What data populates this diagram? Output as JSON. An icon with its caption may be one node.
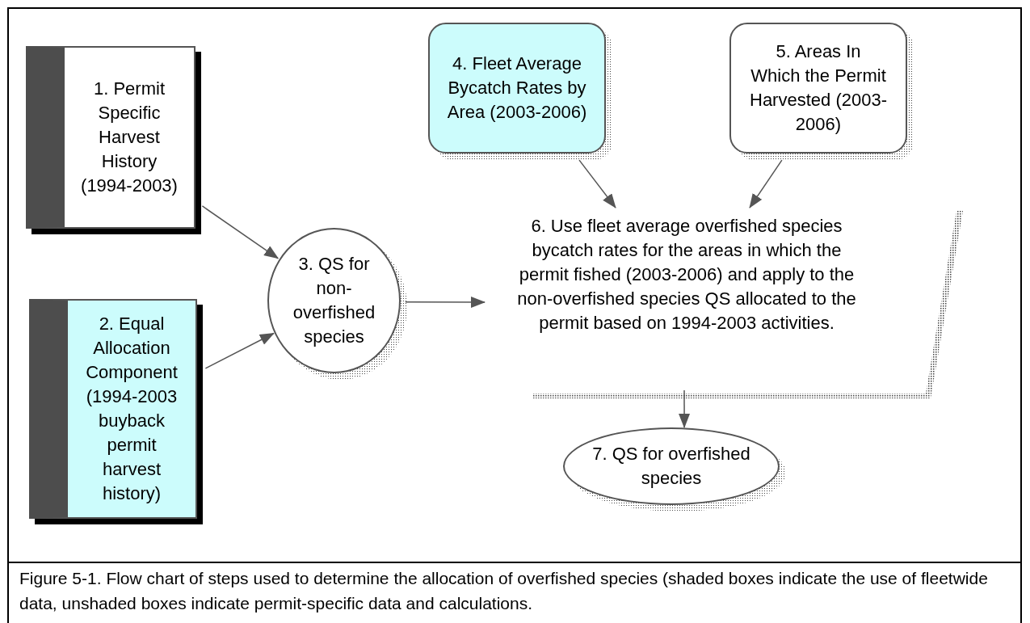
{
  "diagram": {
    "caption": "Figure 5-1. Flow chart of steps used to determine the allocation of overfished species (shaded boxes indicate the use of fleetwide data, unshaded boxes indicate permit-specific data and calculations.",
    "nodes": [
      {
        "text": [
          "1. Permit Specific Harvest History (1994-2003)"
        ]
      },
      {
        "text": [
          "2. Equal Allocation Component (1994-2003 buyback permit harvest history)"
        ]
      },
      {
        "text": [
          "3. QS for non-overfished species"
        ]
      },
      {
        "text": [
          "4. Fleet Average Bycatch Rates by Area (2003-2006)"
        ]
      },
      {
        "text": [
          "5. Areas In Which the Permit Harvested (2003-2006)"
        ]
      },
      {
        "text": [
          "6. Use fleet average overfished species bycatch rates for the areas in which the permit fished (2003-2006) and apply to the non-overfished species QS allocated to the permit based on 1994-2003 activities."
        ]
      },
      {
        "text": [
          "7. QS for overfished species"
        ]
      }
    ],
    "edges": [
      {
        "from": 0,
        "to": 2,
        "arrow": "to"
      },
      {
        "from": 1,
        "to": 2,
        "arrow": "to"
      },
      {
        "from": 2,
        "to": 5,
        "arrow": "to"
      },
      {
        "from": 3,
        "to": 5,
        "arrow": "to"
      },
      {
        "from": 4,
        "to": 5,
        "arrow": "to"
      },
      {
        "from": 5,
        "to": 6,
        "arrow": "to"
      }
    ]
  }
}
